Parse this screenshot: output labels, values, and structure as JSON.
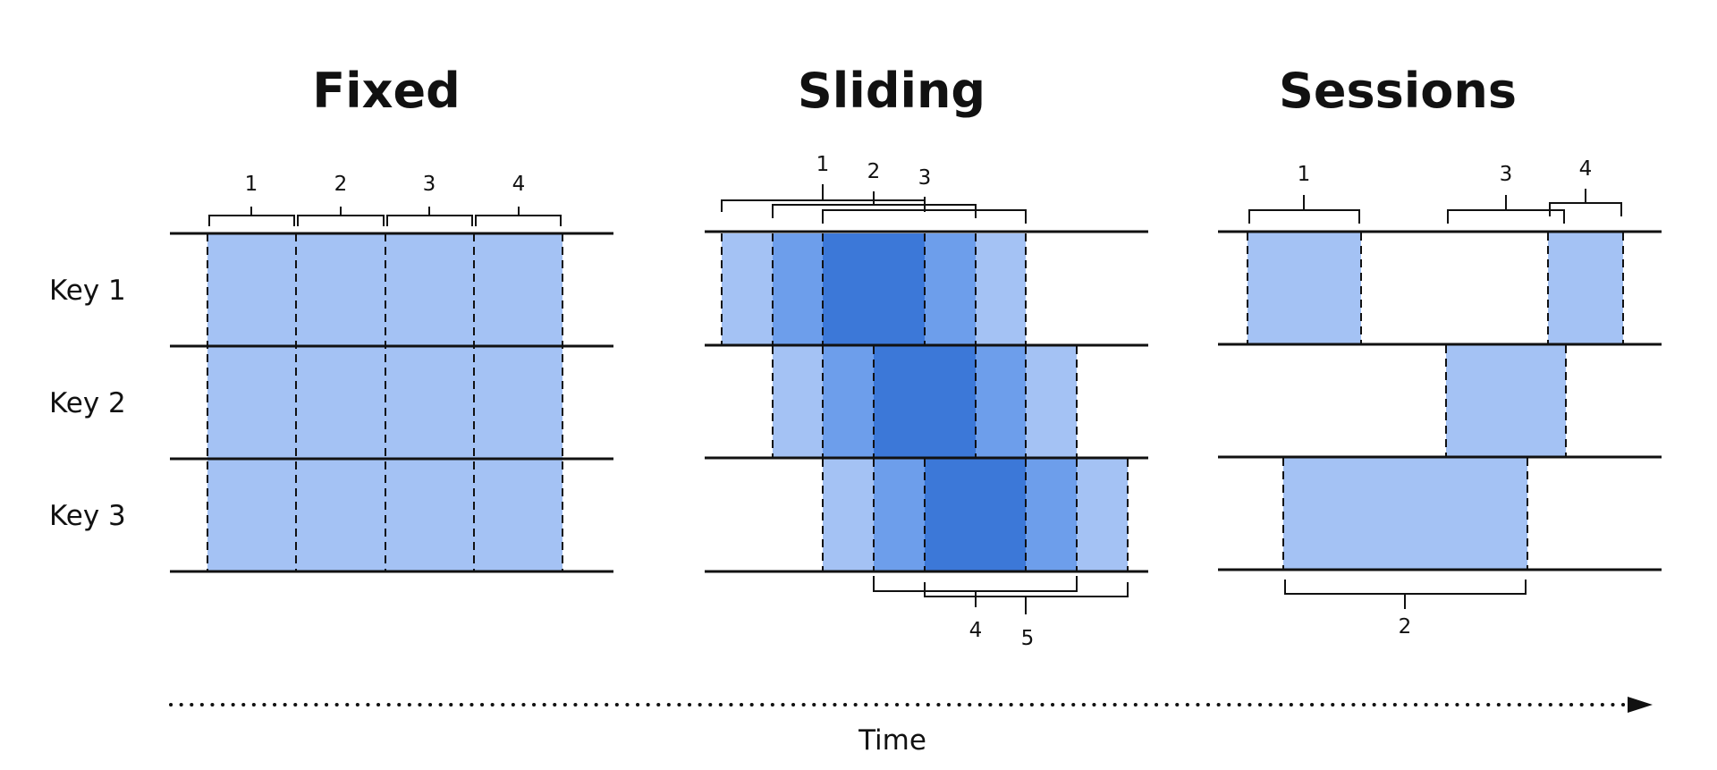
{
  "panels": {
    "fixed": {
      "title": "Fixed",
      "window_labels": [
        "1",
        "2",
        "3",
        "4"
      ]
    },
    "sliding": {
      "title": "Sliding",
      "window_labels": [
        "1",
        "2",
        "3",
        "4",
        "5"
      ]
    },
    "sessions": {
      "title": "Sessions",
      "window_labels": [
        "1",
        "2",
        "3",
        "4"
      ]
    }
  },
  "keys": [
    "Key 1",
    "Key 2",
    "Key 3"
  ],
  "axis": {
    "label": "Time"
  },
  "colors": {
    "light": "#a4c2f4",
    "medium": "#6d9eeb",
    "dark": "#3c78d8",
    "line": "#111111"
  }
}
